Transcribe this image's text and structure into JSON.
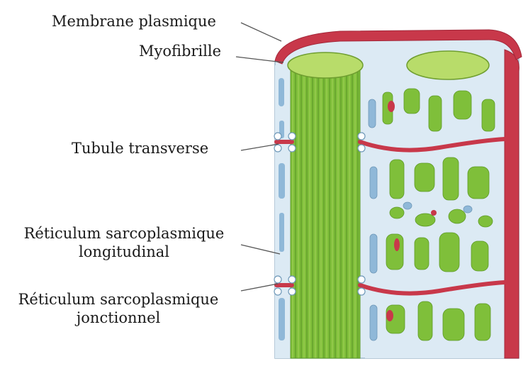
{
  "labels": {
    "membrane": "Membrane plasmique",
    "myofibril": "Myofibrille",
    "t_tubule": "Tubule transverse",
    "longitudinal_sr_line1": "Réticulum sarcoplasmique",
    "longitudinal_sr_line2": "longitudinal",
    "junctional_sr_line1": "Réticulum sarcoplasmique",
    "junctional_sr_line2": "jonctionnel"
  },
  "colors": {
    "membrane_red": "#c8384a",
    "myofibril_green": "#7fbf3a",
    "myofibril_light": "#b8dc6a",
    "reticulum_blue": "#8fb8d8",
    "reticulum_light": "#dceaf4",
    "leader_line": "#555555"
  }
}
